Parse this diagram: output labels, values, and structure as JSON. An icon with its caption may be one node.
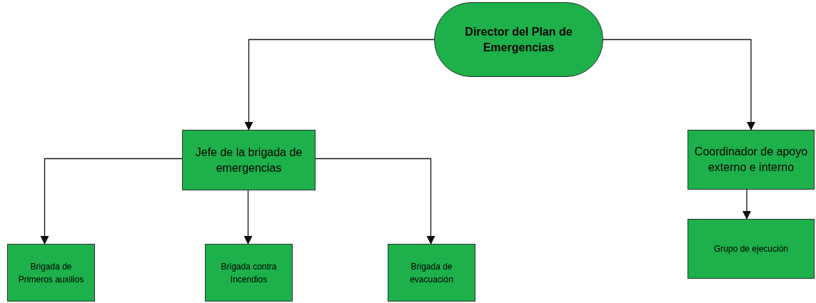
{
  "diagram": {
    "nodes": [
      {
        "text": [
          "Director del Plan de Emergencias"
        ]
      },
      {
        "text": [
          "Jefe de la brigada de emergencias"
        ]
      },
      {
        "text": [
          "Coordinador de apoyo externo e interno"
        ]
      },
      {
        "text": [
          "Brigada de Primeros auxilios"
        ]
      },
      {
        "text": [
          "Brigada contra Incendios"
        ]
      },
      {
        "text": [
          "Brigada de evacuación"
        ]
      },
      {
        "text": [
          "Grupo de ejecución"
        ]
      }
    ],
    "edges": [
      {
        "from": 0,
        "to": 1,
        "arrow": "to"
      },
      {
        "from": 0,
        "to": 2,
        "arrow": "to"
      },
      {
        "from": 1,
        "to": 3,
        "arrow": "to"
      },
      {
        "from": 1,
        "to": 4,
        "arrow": "to"
      },
      {
        "from": 1,
        "to": 5,
        "arrow": "to"
      },
      {
        "from": 2,
        "to": 6,
        "arrow": "to"
      }
    ]
  }
}
